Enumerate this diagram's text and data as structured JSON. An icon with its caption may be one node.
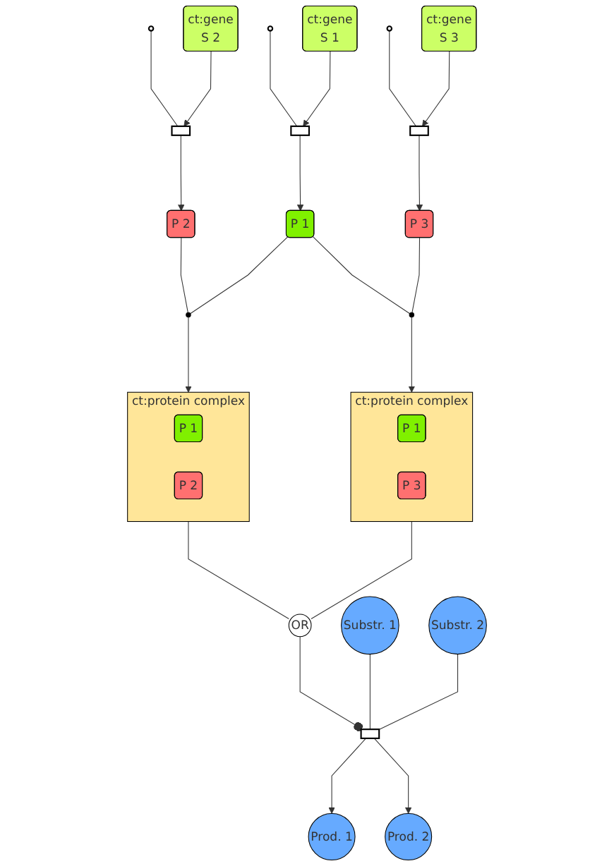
{
  "diagram": {
    "nodes": [
      {
        "text": [],
        "shape": "circle"
      },
      {
        "text": [],
        "shape": "circle"
      },
      {
        "text": [],
        "shape": "circle"
      },
      {
        "text": [
          "ct:gene",
          "S 2"
        ]
      },
      {
        "text": [],
        "shape": "box"
      },
      {
        "text": [
          "ct:gene",
          "S 1"
        ]
      },
      {
        "text": [],
        "shape": "box"
      },
      {
        "text": [
          "ct:gene",
          "S 3"
        ]
      },
      {
        "text": [],
        "shape": "box"
      },
      {
        "text": [
          "P 2"
        ]
      },
      {
        "text": [
          "P 1"
        ]
      },
      {
        "text": [
          "P 3"
        ]
      },
      {
        "text": [],
        "shape": "circle"
      },
      {
        "text": [],
        "shape": "circle"
      },
      {
        "text": [
          "ct:protein complex"
        ]
      },
      {
        "text": [
          "P 1"
        ],
        "in": 14
      },
      {
        "text": [
          "P 2"
        ],
        "in": 14
      },
      {
        "text": [
          "ct:protein complex"
        ]
      },
      {
        "text": [
          "P 1"
        ],
        "in": 17
      },
      {
        "text": [
          "P 3"
        ],
        "in": 17
      },
      {
        "text": [
          "OR"
        ]
      },
      {
        "text": [
          "Substr. 1"
        ]
      },
      {
        "text": [],
        "shape": "box"
      },
      {
        "text": [
          "Prod. 1"
        ]
      },
      {
        "text": [
          "Substr. 2"
        ]
      },
      {
        "text": [
          "Prod. 2"
        ]
      }
    ],
    "edges": [
      {
        "from": 0,
        "to": 4,
        "arrow": "none"
      },
      {
        "from": 3,
        "to": 4,
        "arrow": "to"
      },
      {
        "from": 4,
        "to": 9,
        "arrow": "to"
      },
      {
        "from": 1,
        "to": 6,
        "arrow": "none"
      },
      {
        "from": 5,
        "to": 6,
        "arrow": "to"
      },
      {
        "from": 6,
        "to": 10,
        "arrow": "to"
      },
      {
        "from": 2,
        "to": 8,
        "arrow": "none"
      },
      {
        "from": 7,
        "to": 8,
        "arrow": "to"
      },
      {
        "from": 8,
        "to": 11,
        "arrow": "to"
      },
      {
        "from": 9,
        "to": 12,
        "arrow": "none"
      },
      {
        "from": 10,
        "to": 12,
        "arrow": "none"
      },
      {
        "from": 12,
        "to": 14,
        "arrow": "to"
      },
      {
        "from": 10,
        "to": 13,
        "arrow": "none"
      },
      {
        "from": 11,
        "to": 13,
        "arrow": "none"
      },
      {
        "from": 13,
        "to": 17,
        "arrow": "to"
      },
      {
        "from": 14,
        "to": 20,
        "arrow": "none"
      },
      {
        "from": 17,
        "to": 20,
        "arrow": "none"
      },
      {
        "from": 20,
        "to": 22,
        "arrow": "other"
      },
      {
        "from": 21,
        "to": 22,
        "arrow": "none"
      },
      {
        "from": 24,
        "to": 22,
        "arrow": "none"
      },
      {
        "from": 22,
        "to": 23,
        "arrow": "to"
      },
      {
        "from": 22,
        "to": 25,
        "arrow": "to"
      }
    ]
  }
}
